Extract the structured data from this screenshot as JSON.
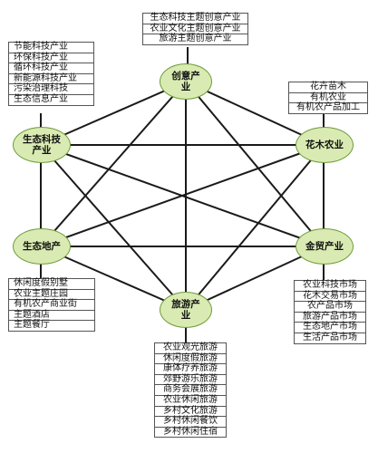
{
  "nodes": {
    "creative": "创意产业",
    "eco_tech": "生态科技产业",
    "flower_agri": "花木农业",
    "eco_estate": "生态地产",
    "trade": "金贸产业",
    "tourism": "旅游产业"
  },
  "boxes": {
    "creative": [
      "生态科技主题创意产业",
      "农业文化主题创意产业",
      "旅游主题创意产业"
    ],
    "eco_tech": [
      "节能科技产业",
      "环保科技产业",
      "循环科技产业",
      "新能源科技产业",
      "污染治理科技",
      "生态信息产业"
    ],
    "flower_agri": [
      "花卉苗木",
      "有机农业",
      "有机农产品加工"
    ],
    "eco_estate": [
      "休闲度假别墅",
      "农业主题庄园",
      "有机农产商业街",
      "主题酒店",
      "主题餐厅"
    ],
    "trade": [
      "农业科技市场",
      "花木交易市场",
      "农产品市场",
      "旅游产品市场",
      "生态地产市场",
      "生活产品市场"
    ],
    "tourism": [
      "农业观光旅游",
      "休闲度假旅游",
      "康体疗养旅游",
      "郊野游乐旅游",
      "商务会展旅游",
      "农业休闲旅游",
      "乡村文化旅游",
      "乡村休闲餐饮",
      "乡村休闲住宿"
    ]
  },
  "colors": {
    "node_fill": "#d9ebb2",
    "node_border": "#6f9b3b",
    "line": "#1a1a1a",
    "box_border": "#555555"
  }
}
